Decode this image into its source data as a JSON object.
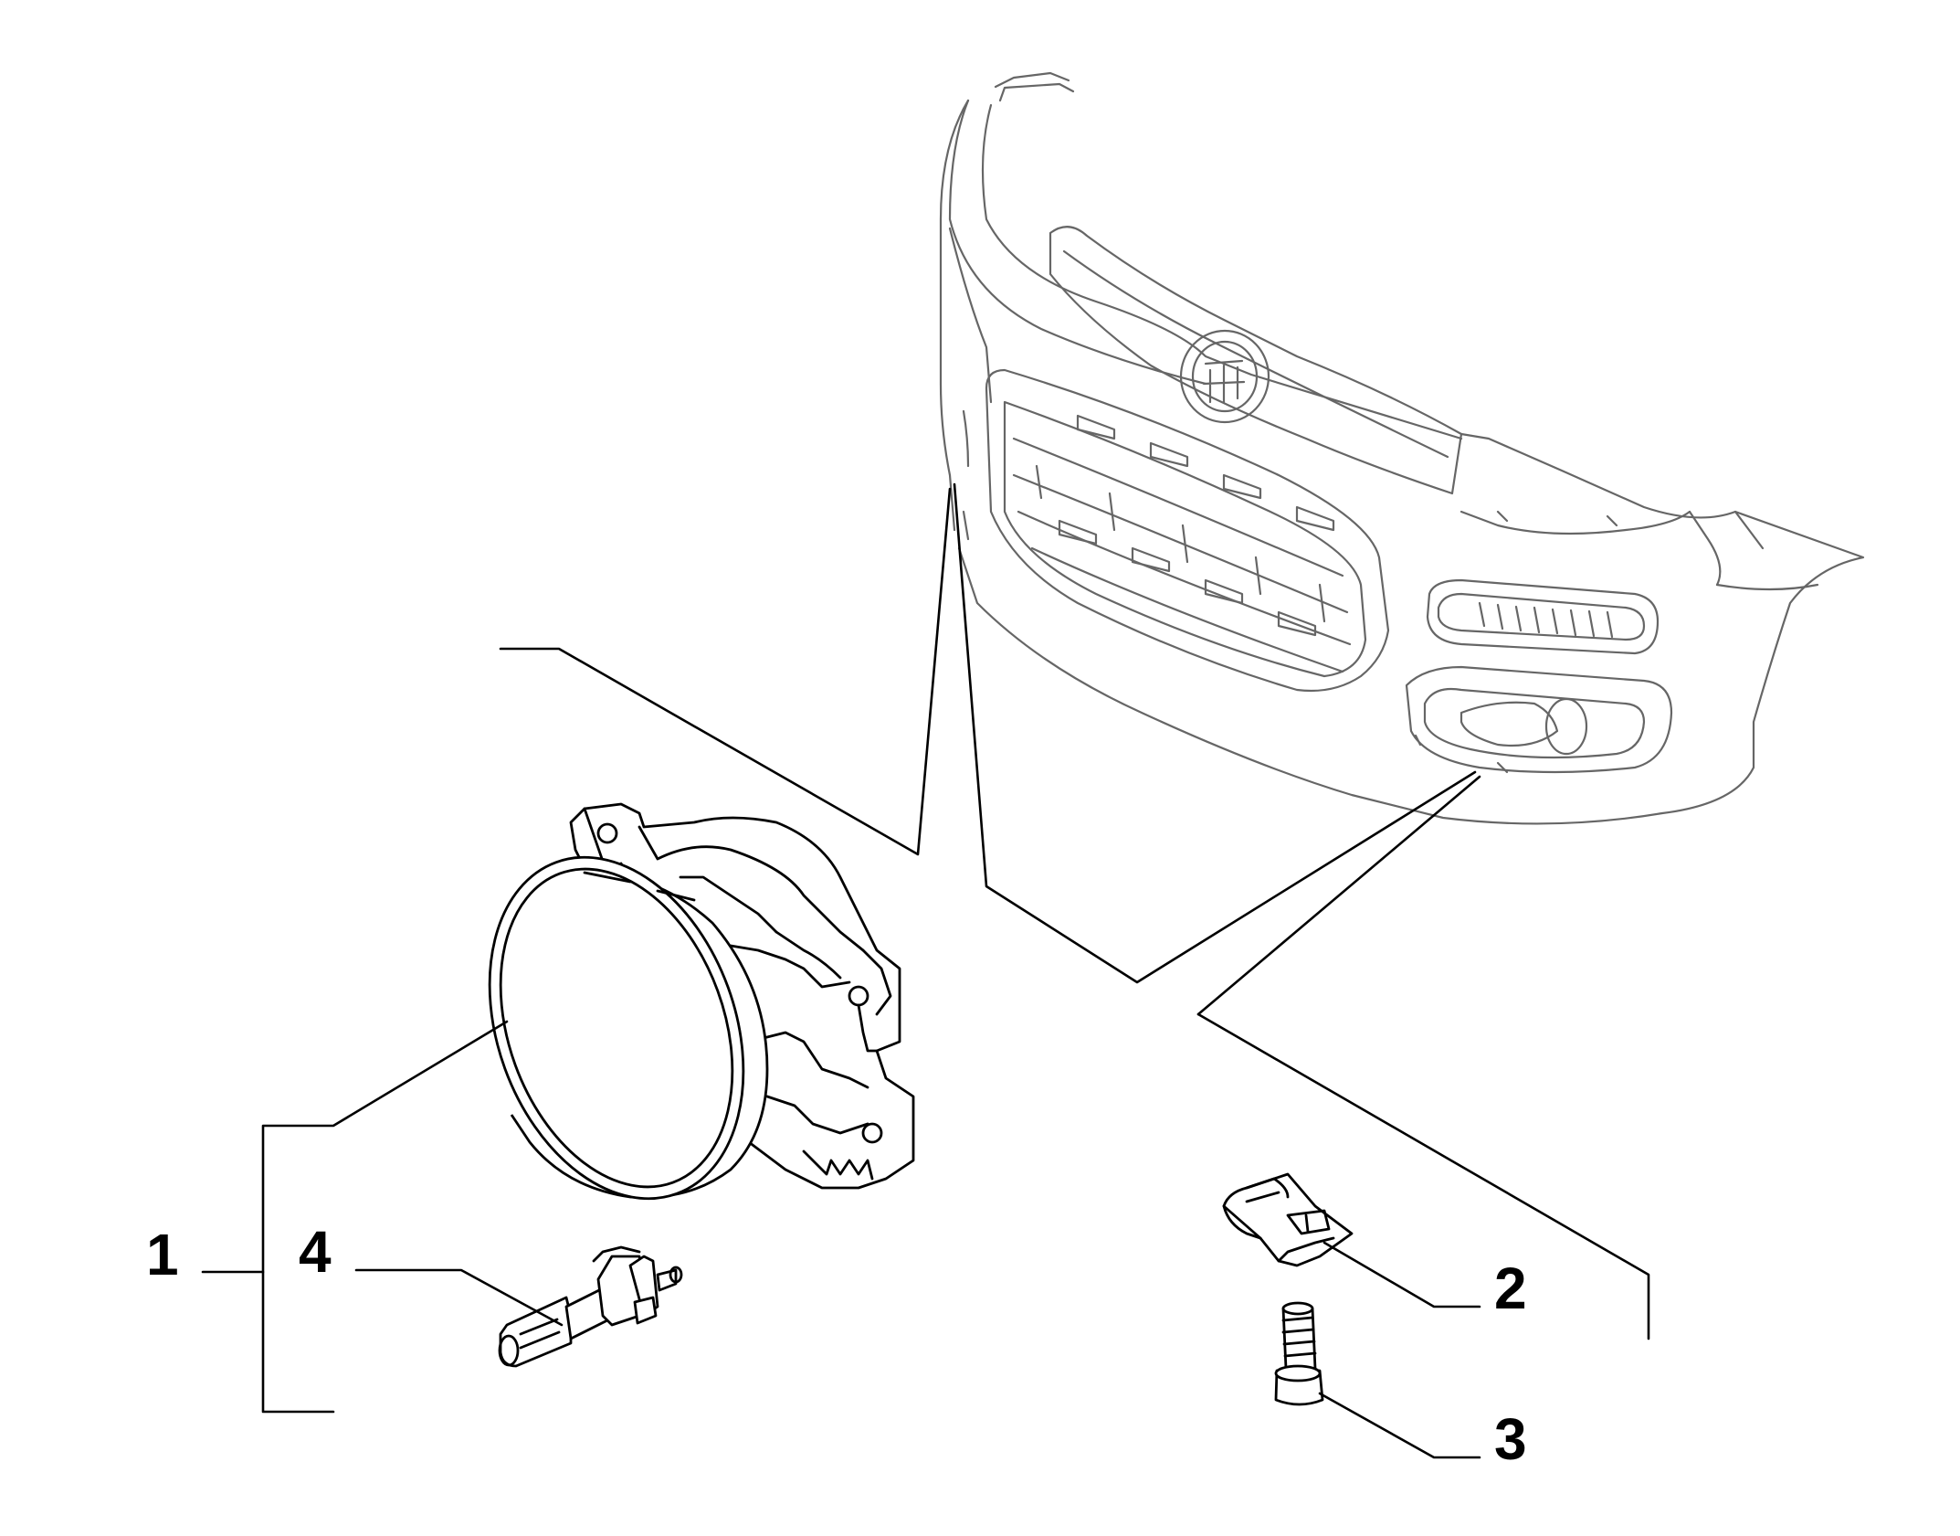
{
  "diagram": {
    "callouts": [
      {
        "id": "1",
        "label": "1"
      },
      {
        "id": "2",
        "label": "2"
      },
      {
        "id": "3",
        "label": "3"
      },
      {
        "id": "4",
        "label": "4"
      }
    ],
    "parts": [
      {
        "callout": "1",
        "icon": "fog-lamp-icon"
      },
      {
        "callout": "2",
        "icon": "spring-clip-nut-icon"
      },
      {
        "callout": "3",
        "icon": "screw-icon"
      },
      {
        "callout": "4",
        "icon": "bulb-holder-icon"
      }
    ],
    "reference": {
      "icon": "front-bumper-icon"
    },
    "colors": {
      "line": "#000000",
      "ghost_line": "#666666",
      "background": "#ffffff"
    }
  }
}
